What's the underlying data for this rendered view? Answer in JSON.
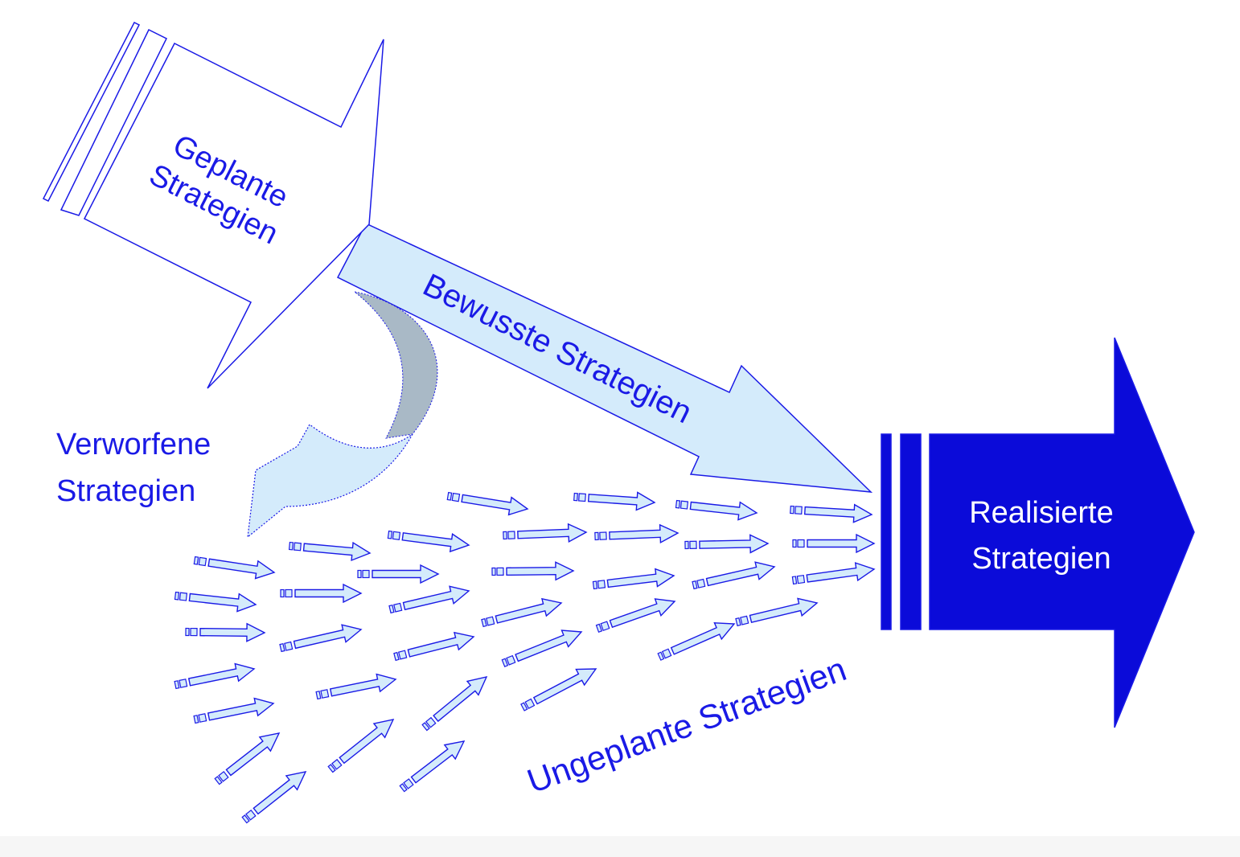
{
  "diagram": {
    "labels": {
      "planned": [
        "Geplante",
        "Strategien"
      ],
      "deliberate": "Bewusste Strategien",
      "unrealized": [
        "Verworfene",
        "Strategien"
      ],
      "realized": [
        "Realisierte",
        "Strategien"
      ],
      "emergent": "Ungeplante Strategien"
    },
    "colors": {
      "text": "#1a1ae6",
      "outline": "#1a1ae6",
      "light_fill": "#d4ebfb",
      "dark_fill": "#0b0bd9",
      "shadow_fill": "#a9b9c6",
      "realized_text": "#ffffff"
    }
  }
}
